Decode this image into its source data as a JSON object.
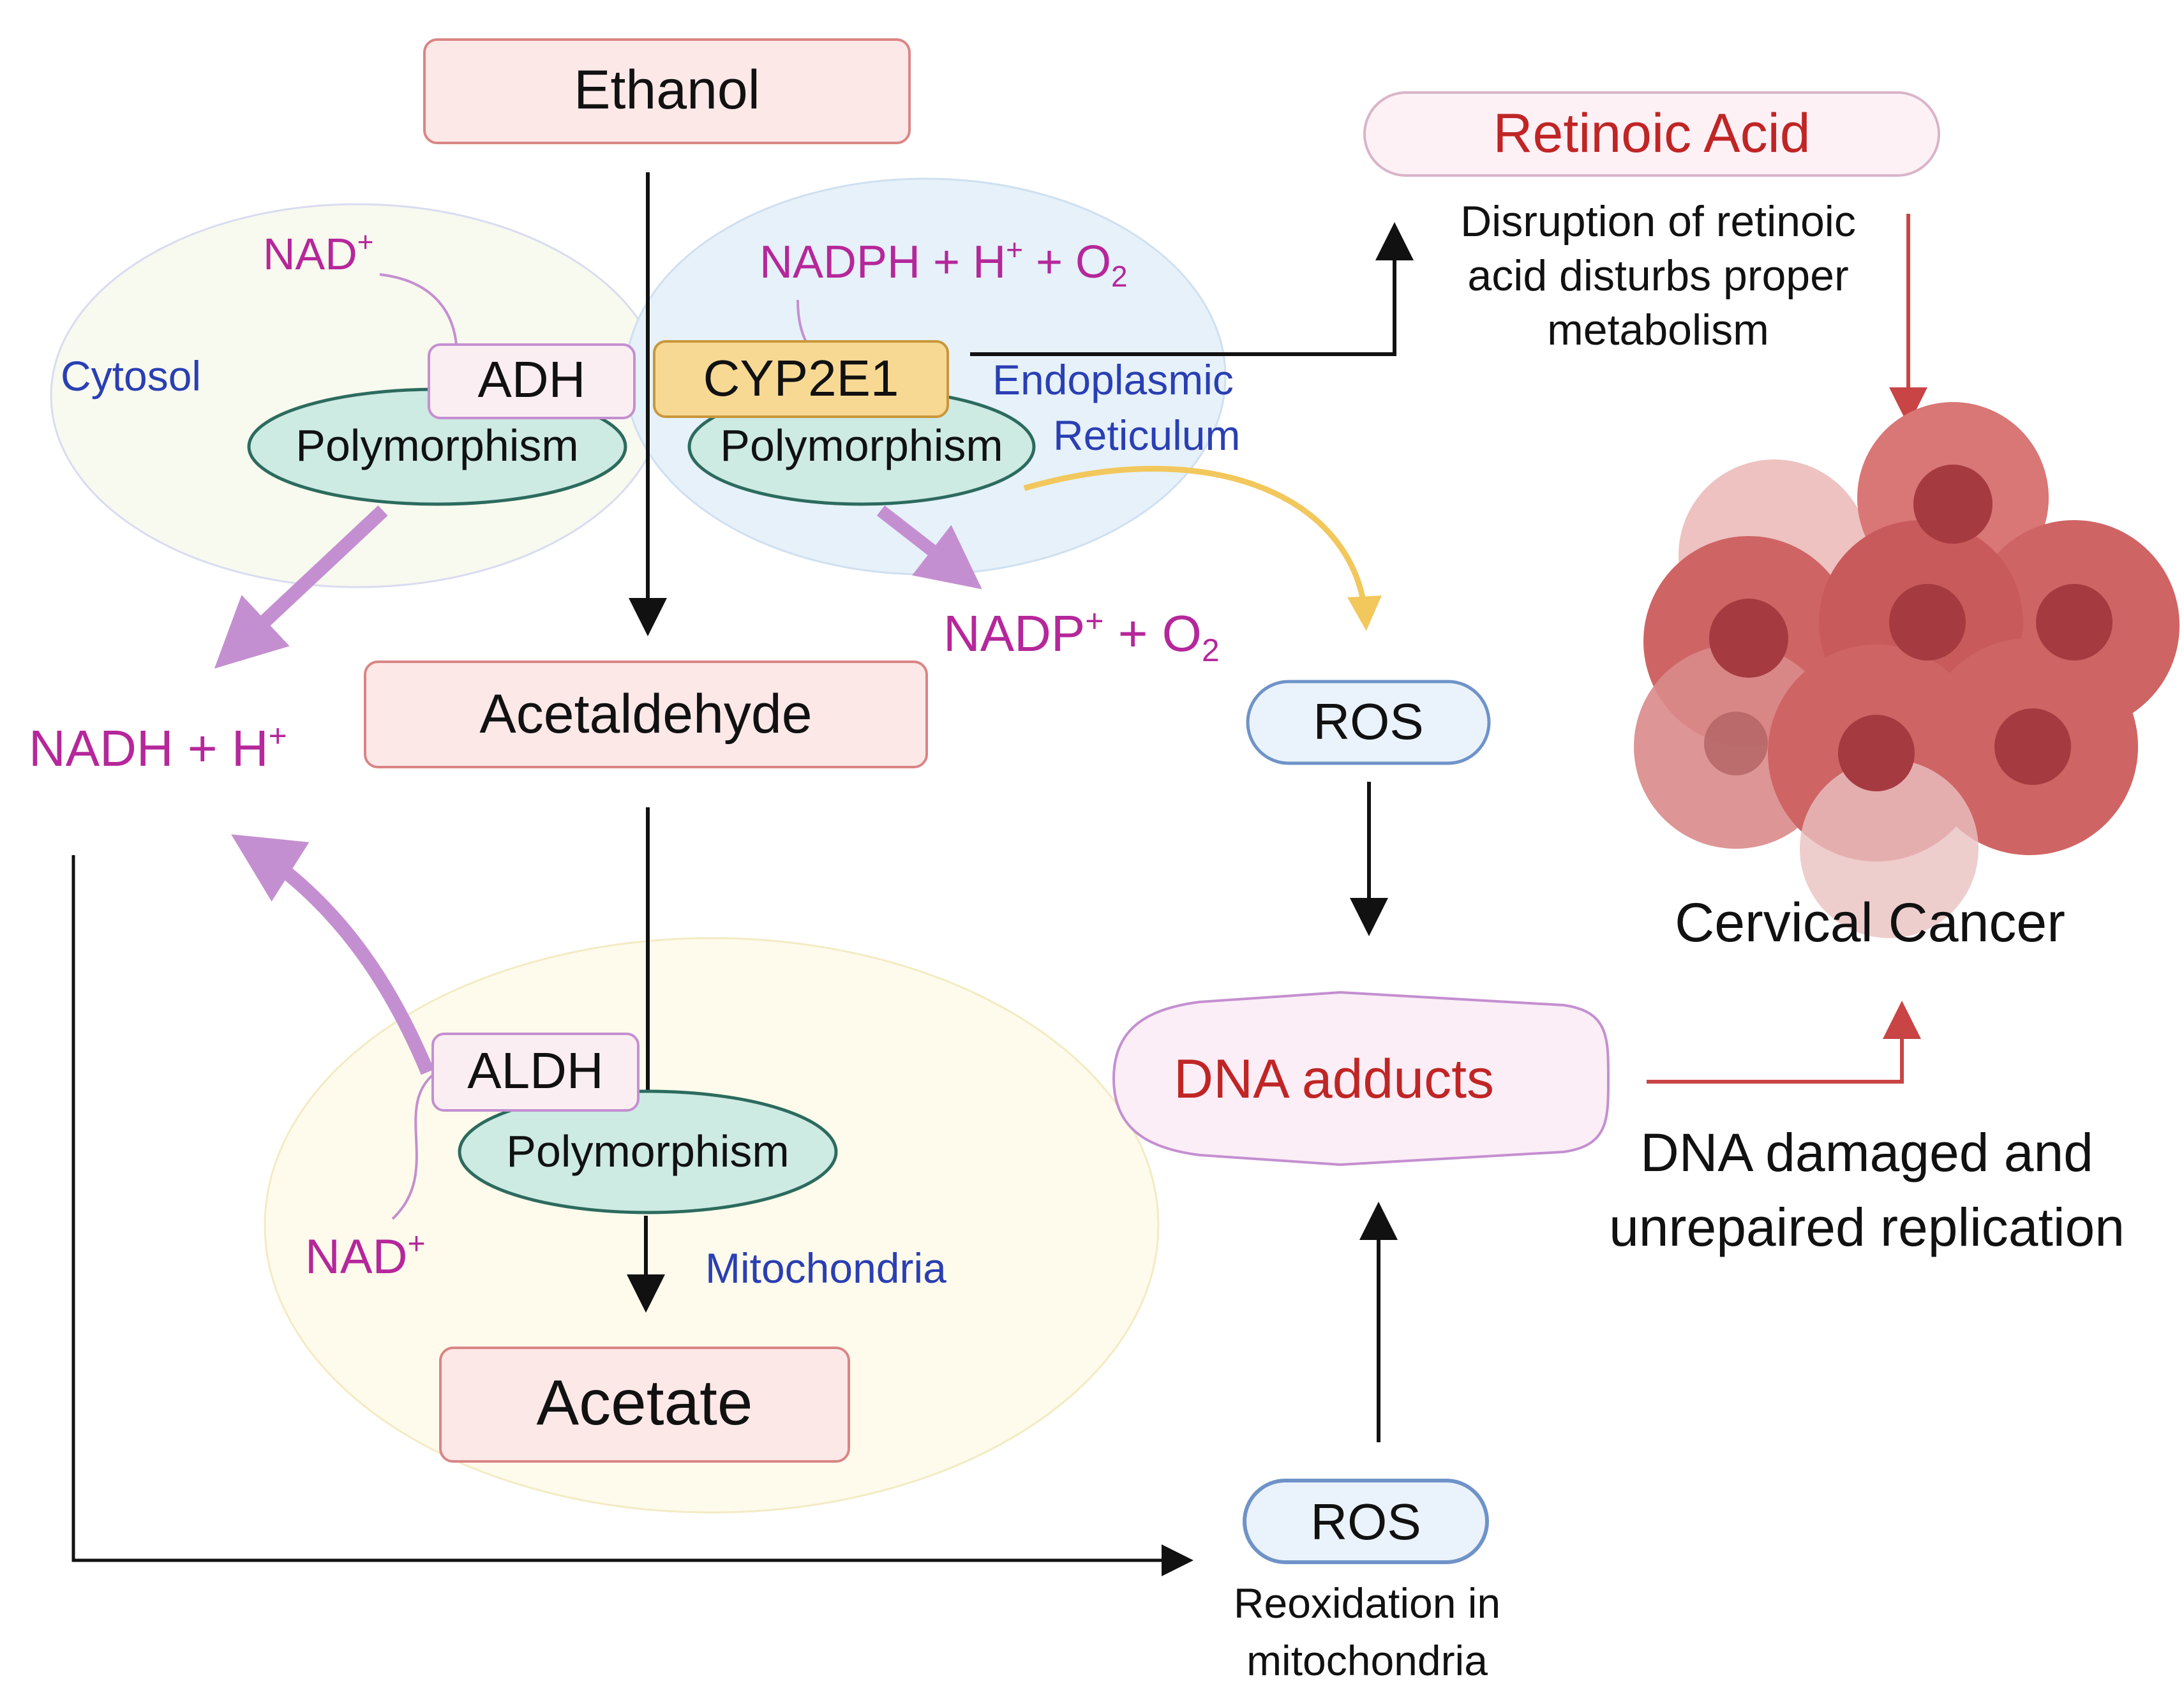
{
  "nodes": {
    "ethanol": "Ethanol",
    "acetaldehyde": "Acetaldehyde",
    "acetate": "Acetate",
    "adh": "ADH",
    "aldh": "ALDH",
    "cyp2e1": "CYP2E1",
    "polymorphism": "Polymorphism",
    "retinoic_acid": "Retinoic Acid",
    "ros": "ROS",
    "dna_adducts": "DNA adducts",
    "cervical_cancer": "Cervical Cancer"
  },
  "compartments": {
    "cytosol": "Cytosol",
    "er_line1": "Endoplasmic",
    "er_line2": "Reticulum",
    "mitochondria": "Mitochondria"
  },
  "cofactors": {
    "nad_plus": "NAD",
    "nadh": "NADH + H",
    "nadph_a": "NADPH + H",
    "nadph_b": " + O",
    "nadp_a": "NADP",
    "nadp_b": " + O",
    "plus_sup": "+",
    "two_sub": "2"
  },
  "annotations": {
    "retinoic_line1": "Disruption of retinoic",
    "retinoic_line2": "acid disturbs proper",
    "retinoic_line3": "metabolism",
    "dna_damage_line1": "DNA damaged and",
    "dna_damage_line2": "unrepaired replication",
    "reox_line1": "Reoxidation in",
    "reox_line2": "mitochondria"
  },
  "colors": {
    "magenta_text": "#b5279a",
    "blue_text": "#2a3fb3",
    "red_text": "#c02525",
    "purple_arrow": "#c48fd0",
    "yellow_arrow": "#f2c75c",
    "red_arrow": "#c94444",
    "pink_box": "#fde8e8",
    "teal_ellipse": "#cdeae3"
  }
}
